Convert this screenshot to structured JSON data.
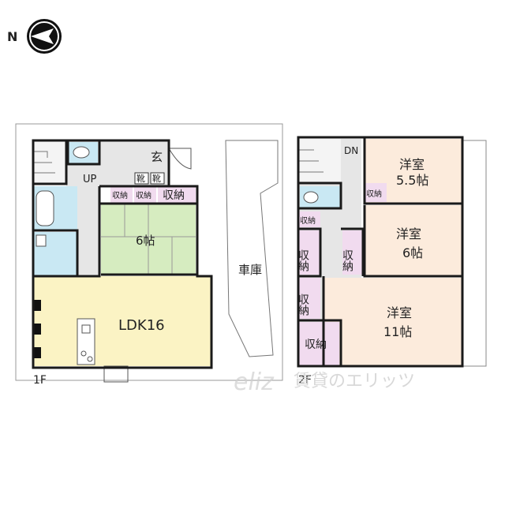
{
  "compass": {
    "north_label": "N"
  },
  "floor1": {
    "label": "1F",
    "genkan": "玄",
    "up": "UP",
    "shoes1": "靴",
    "shoes2": "靴",
    "storage_small1": "収納",
    "storage_small2": "収納",
    "storage_main": "収納",
    "tatami_room": "6帖",
    "ldk": "LDK16",
    "garage": "車庫"
  },
  "floor2": {
    "label": "2F",
    "dn": "DN",
    "room1_name": "洋室",
    "room1_size": "5.5帖",
    "room2_name": "洋室",
    "room2_size": "6帖",
    "room3_name": "洋室",
    "room3_size": "11帖",
    "storage_small1": "収納",
    "storage_small2": "収納",
    "storage_v1": "収納",
    "storage_v2": "収納",
    "storage_v3": "収納",
    "storage_h": "収納"
  },
  "watermark": {
    "text": "賃貸のエリッツ",
    "logo": "eliz"
  },
  "colors": {
    "wall": "#1a1a1a",
    "ldk_fill": "#fbf3c4",
    "tatami_fill": "#d6ecc0",
    "wet_fill": "#c9e8f3",
    "western_fill": "#fcebdc",
    "storage_fill": "#f1dbef",
    "hall_fill": "#e6e6e6"
  }
}
